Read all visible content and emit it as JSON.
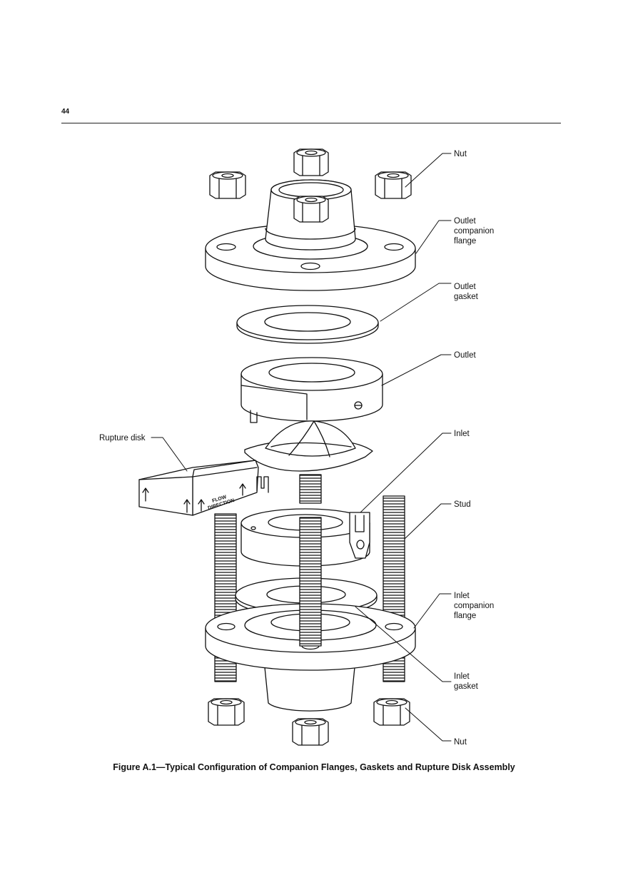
{
  "header": {
    "page_number": "44"
  },
  "figure": {
    "labels": {
      "nut_top": "Nut",
      "outlet_companion_flange": [
        "Outlet",
        "companion",
        "flange"
      ],
      "outlet_gasket": [
        "Outlet",
        "gasket"
      ],
      "outlet": "Outlet",
      "rupture_disk": "Rupture disk",
      "inlet": "Inlet",
      "stud": "Stud",
      "inlet_companion_flange": [
        "Inlet",
        "companion",
        "flange"
      ],
      "inlet_gasket": [
        "Inlet",
        "gasket"
      ],
      "nut_bottom": "Nut"
    },
    "holder_marking": [
      "FLOW",
      "DIRECTION"
    ]
  },
  "caption": "Figure A.1—Typical Configuration of Companion Flanges, Gaskets and Rupture Disk Assembly"
}
